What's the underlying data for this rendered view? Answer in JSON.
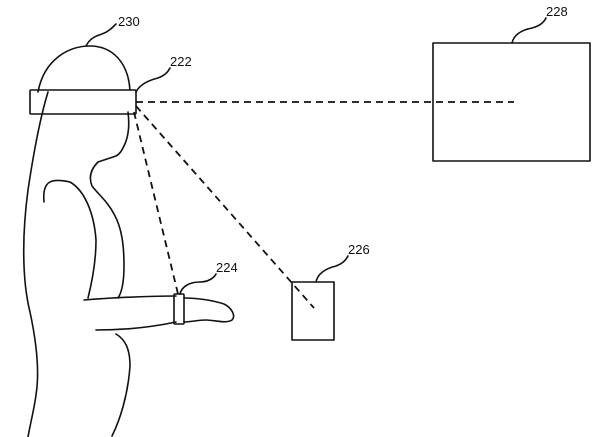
{
  "labels": {
    "user_head": "230",
    "headset": "222",
    "wrist_device": "224",
    "phone": "226",
    "display": "228"
  }
}
